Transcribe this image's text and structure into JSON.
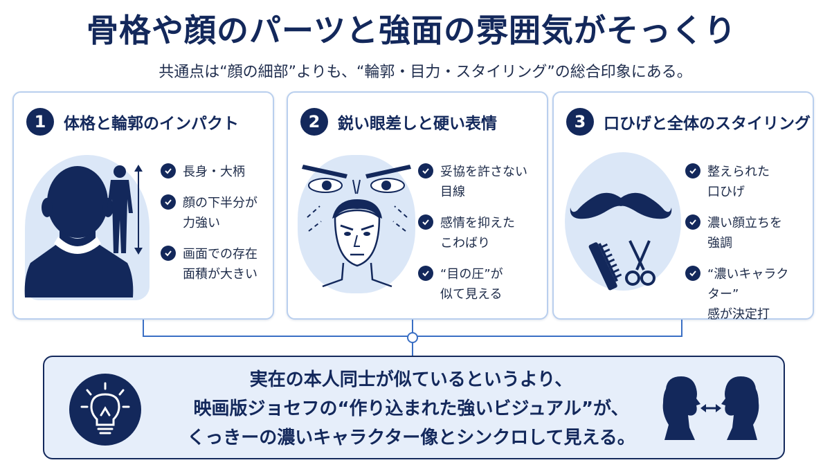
{
  "title": "骨格や顔のパーツと強面の雰囲気がそっくり",
  "subtitle": "共通点は“顔の細部”よりも、“輪郭・目力・スタイリング”の総合印象にある。",
  "colors": {
    "navy": "#13285b",
    "light_blue": "#dbe7f7",
    "border": "#b9cfee",
    "panel": "#e6eefa"
  },
  "cards": [
    {
      "number": "1",
      "title": "体格と輪郭のインパクト",
      "points": [
        "長身・大柄",
        "顔の下半分が\n力強い",
        "画面での存在\n面積が大きい"
      ],
      "icons": [
        "head-silhouette-icon",
        "body-silhouette-icon",
        "height-arrow-icon"
      ]
    },
    {
      "number": "2",
      "title": "鋭い眼差しと硬い表情",
      "points": [
        "妥協を許さない\n目線",
        "感情を抑えた\nこわばり",
        "“目の圧”が\n似て見える"
      ],
      "icons": [
        "eyes-icon",
        "stern-face-icon"
      ]
    },
    {
      "number": "3",
      "title": "口ひげと全体のスタイリング",
      "points": [
        "整えられた\n口ひげ",
        "濃い顔立ちを\n強調",
        "“濃いキャラクター”\n感が決定打"
      ],
      "icons": [
        "mustache-icon",
        "comb-icon",
        "scissors-icon"
      ]
    }
  ],
  "bottom": {
    "lines": [
      "実在の本人同士が似ているというより、",
      "映画版ジョセフの“作り込まれた強いビジュアル”が、",
      "くっきーの濃いキャラクター像とシンクロして見える。"
    ],
    "icons": [
      "lightbulb-icon",
      "facing-heads-icon"
    ]
  }
}
